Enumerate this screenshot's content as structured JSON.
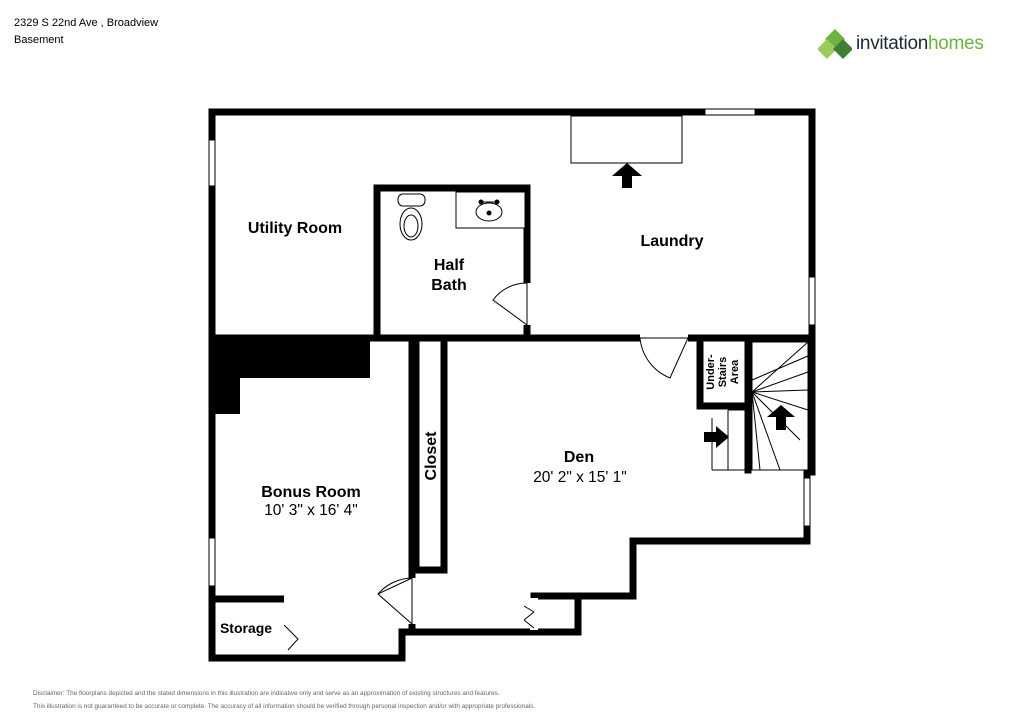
{
  "header": {
    "address": "2329 S 22nd Ave , Broadview",
    "level": "Basement"
  },
  "logo": {
    "name_part1": "invitation",
    "name_part2": "homes",
    "colors": {
      "dark": "#1f2a2e",
      "green": "#6cb33f",
      "light_green": "#9ccb5d"
    }
  },
  "rooms": {
    "utility": {
      "name": "Utility Room"
    },
    "laundry": {
      "name": "Laundry"
    },
    "half_bath": {
      "name_line1": "Half",
      "name_line2": "Bath"
    },
    "under_stairs": {
      "name_line1": "Under-",
      "name_line2": "Stairs",
      "name_line3": "Area"
    },
    "closet": {
      "name": "Closet"
    },
    "den": {
      "name": "Den",
      "dimensions": "20' 2\" x 15' 1\""
    },
    "bonus": {
      "name": "Bonus Room",
      "dimensions": "10' 3\" x 16' 4\""
    },
    "storage": {
      "name": "Storage"
    }
  },
  "disclaimer": {
    "line1": "Disclaimer: The floorplans depicted and the stated dimensions in this illustration are indicative only and serve as an approximation of existing structures and features.",
    "line2": "This illustration is not guaranteed to be accurate or complete. The accuracy of all information should be verified through personal inspection and/or with appropriate professionals."
  }
}
